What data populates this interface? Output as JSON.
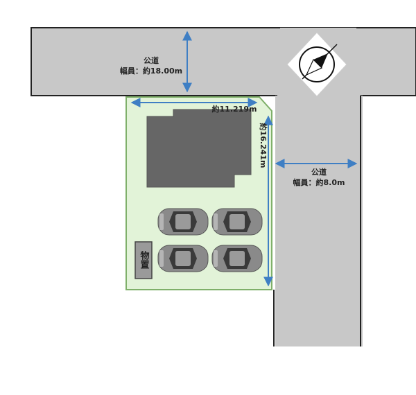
{
  "roads": {
    "north": {
      "name": "公道",
      "width_label": "幅員：約18.00m"
    },
    "east": {
      "name": "公道",
      "width_label": "幅員：約8.0m"
    }
  },
  "site": {
    "frontage_north": "約11.219m",
    "frontage_east": "約16.241m",
    "storage_label": "物置",
    "parking_spaces": 4
  },
  "compass": {
    "icon": "north-arrow-icon"
  },
  "colors": {
    "road": "#c8c8c8",
    "site_fill": "#e2f3d8",
    "site_border": "#7fb06a",
    "building": "#666666",
    "dimension": "#3f7fc4",
    "car": "#8c8c8c"
  }
}
